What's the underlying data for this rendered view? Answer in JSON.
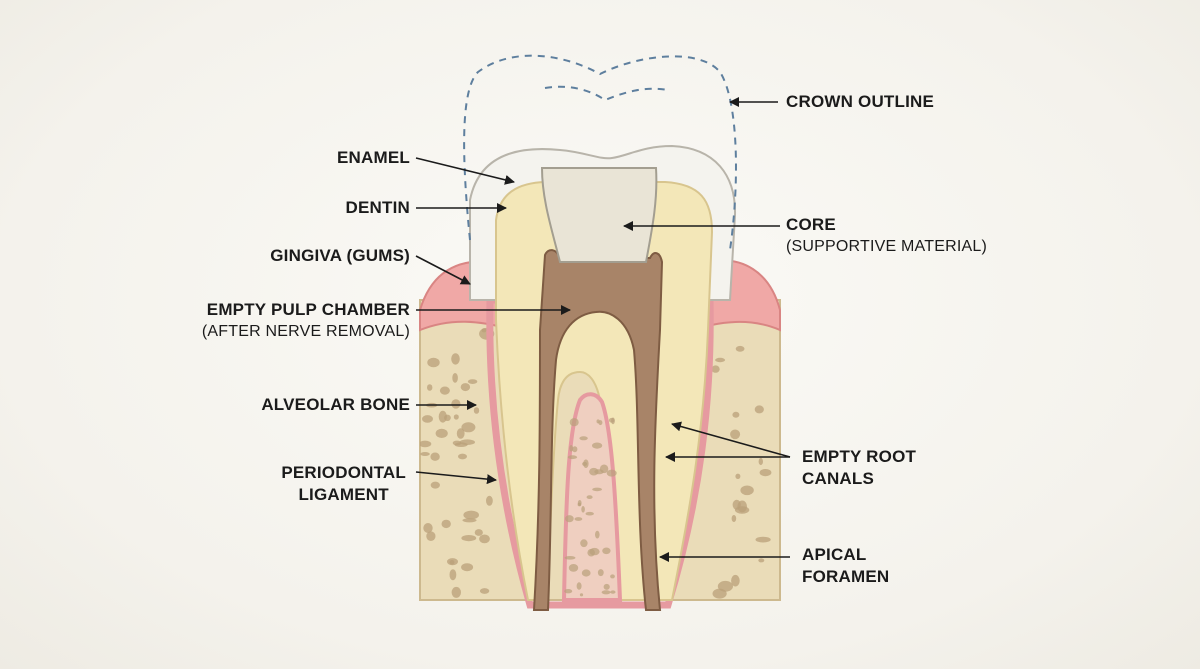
{
  "labels": {
    "crown_outline": "CROWN OUTLINE",
    "enamel": "ENAMEL",
    "dentin": "DENTIN",
    "core": "CORE",
    "core_sub": "(SUPPORTIVE MATERIAL)",
    "gingiva": "GINGIVA (GUMS)",
    "pulp_chamber": "EMPTY PULP CHAMBER",
    "pulp_chamber_sub": "(AFTER NERVE REMOVAL)",
    "alveolar_bone": "ALVEOLAR BONE",
    "periodontal_line1": "PERIODONTAL",
    "periodontal_line2": "LIGAMENT",
    "root_canals_line1": "EMPTY ROOT",
    "root_canals_line2": "CANALS",
    "apical_line1": "APICAL",
    "apical_line2": "FORAMEN"
  },
  "colors": {
    "bone": "#eadcb8",
    "bone_pore": "#b9a07a",
    "gum": "#f0a8a6",
    "dentin": "#f3e7b8",
    "enamel": "#f4f3ee",
    "pulp": "#a88468",
    "core": "#e9e4d6",
    "outline_dashed": "#5e7f9e"
  }
}
